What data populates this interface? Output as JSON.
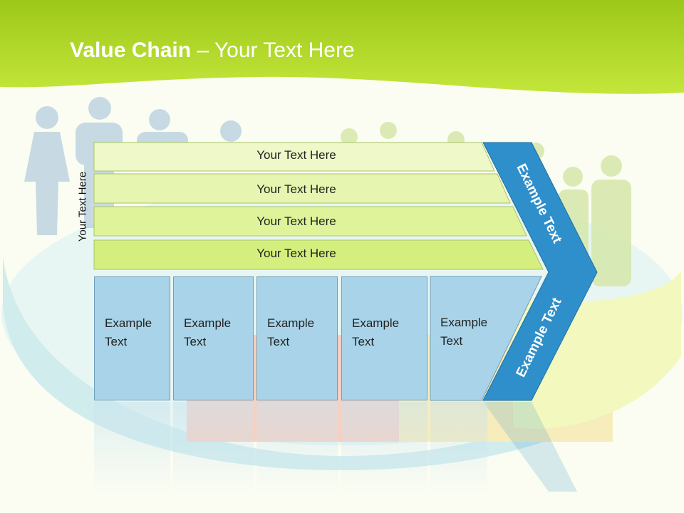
{
  "slide": {
    "title_bold": "Value Chain",
    "title_rest": " – Your Text Here",
    "side_label": "Your Text Here"
  },
  "support_bands": [
    {
      "label": "Your Text Here"
    },
    {
      "label": "Your Text Here"
    },
    {
      "label": "Your Text Here"
    },
    {
      "label": "Your Text Here"
    }
  ],
  "primary_boxes": [
    {
      "line1": "Example",
      "line2": "Text"
    },
    {
      "line1": "Example",
      "line2": "Text"
    },
    {
      "line1": "Example",
      "line2": "Text"
    },
    {
      "line1": "Example",
      "line2": "Text"
    },
    {
      "line1": "Example",
      "line2": "Text"
    }
  ],
  "chevron": {
    "upper_label": "Example Text",
    "lower_label": "Example Text"
  },
  "colors": {
    "header_green": "#a8d21a",
    "band_light": "#eef8c8",
    "band_dark": "#d4ef7e",
    "box_blue": "#a9d3e8",
    "chevron_blue": "#2f8fca"
  }
}
